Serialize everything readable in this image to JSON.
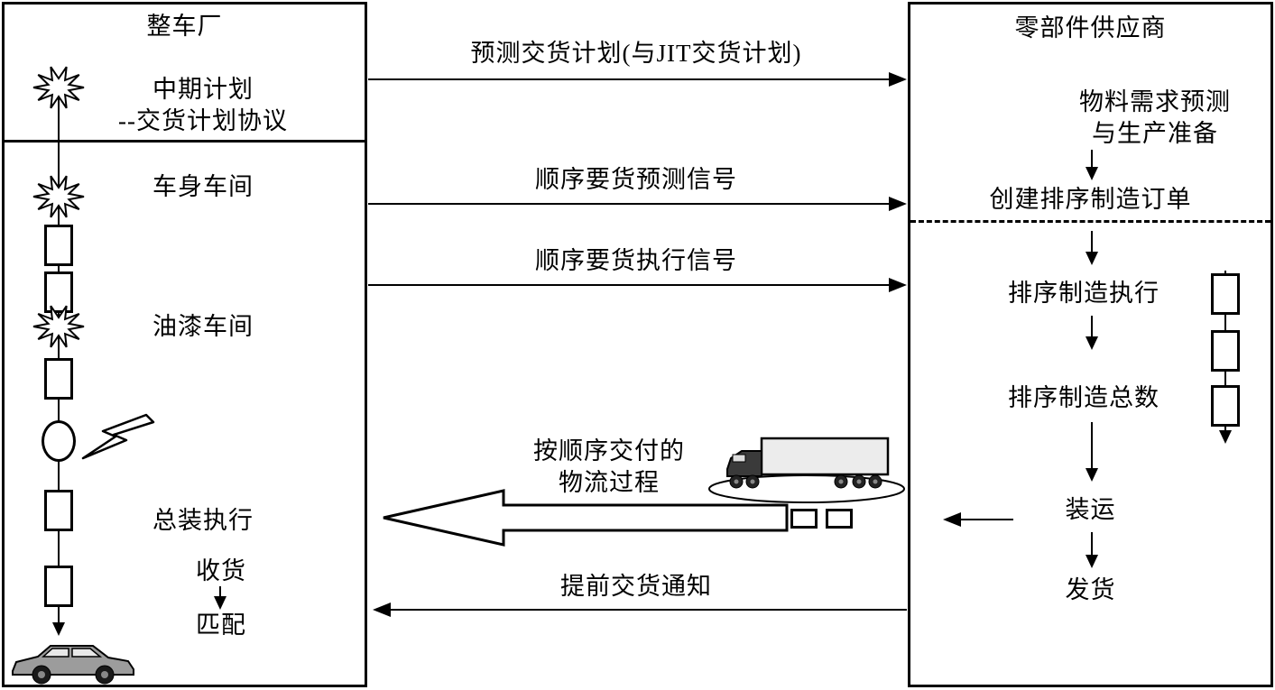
{
  "left_panel": {
    "title": "整车厂",
    "midterm_plan_line1": "中期计划",
    "midterm_plan_line2": "--交货计划协议",
    "body_shop_label": "车身车间",
    "paint_shop_label": "油漆车间",
    "assembly_exec_label": "总装执行",
    "receive_label": "收货",
    "match_label": "匹配"
  },
  "right_panel": {
    "title": "零部件供应商",
    "material_forecast_line1": "物料需求预测",
    "material_forecast_line2": "与生产准备",
    "create_order_label": "创建排序制造订单",
    "seq_exec_label": "排序制造执行",
    "seq_total_label": "排序制造总数",
    "shipping_label": "装运",
    "dispatch_label": "发货"
  },
  "flows": {
    "forecast_plan_label": "预测交货计划(与JIT交货计划)",
    "seq_forecast_signal_label": "顺序要货预测信号",
    "seq_exec_signal_label": "顺序要货执行信号",
    "logistics_line1": "按顺序交付的",
    "logistics_line2": "物流过程",
    "advance_notice_label": "提前交货通知"
  },
  "icons": {
    "starburst": "starburst-icon",
    "lightning": "lightning-bolt-icon",
    "truck": "delivery-truck-icon",
    "car": "finished-car-icon"
  },
  "colors": {
    "line": "#000000",
    "background": "#ffffff",
    "truck_trailer_fill": "#ececec",
    "truck_cab_fill": "#3a3a3a",
    "car_body_fill": "#9c9c9c"
  }
}
